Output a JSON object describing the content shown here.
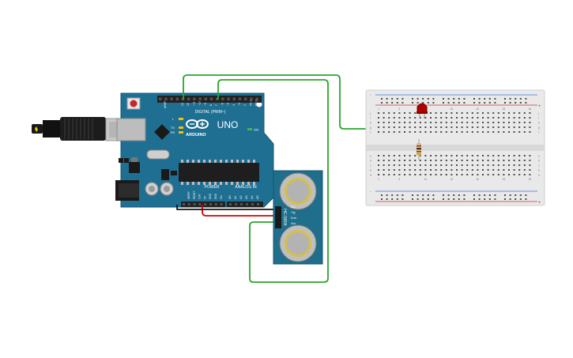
{
  "arduino": {
    "brand": "ARDUINO",
    "model": "UNO",
    "digital_label": "DIGITAL (PWM~)",
    "power_label": "POWER",
    "analog_label": "ANALOG IN",
    "on_label": "ON",
    "aref_label": "AREF",
    "digital_pins": [
      "13",
      "12",
      "~11",
      "~10",
      "~9",
      "8",
      "7",
      "~6",
      "~5",
      "4",
      "~3",
      "2",
      "TX 1",
      "RX 0"
    ],
    "power_pins": [
      "IOREF",
      "RESET",
      "3.3V",
      "5V",
      "GND",
      "GND",
      "Vin"
    ],
    "analog_pins": [
      "A0",
      "A1",
      "A2",
      "A3",
      "A4",
      "A5"
    ],
    "led_labels": [
      "L",
      "TX",
      "RX"
    ],
    "colors": {
      "board": "#1f6f93",
      "header": "#222222",
      "chip": "#1e1e1e"
    }
  },
  "sensor": {
    "model": "HC-SR04",
    "pins": [
      "Vcc",
      "Trig",
      "Echo",
      "Gnd"
    ],
    "colors": {
      "board": "#1e6e8c",
      "transducer": "#cccccc"
    }
  },
  "breadboard": {
    "column_numbers": [
      "1",
      "5",
      "10",
      "15",
      "20",
      "25",
      "30"
    ],
    "row_letters_top": [
      "j",
      "i",
      "h",
      "g",
      "f"
    ],
    "row_letters_bottom": [
      "e",
      "d",
      "c",
      "b",
      "a"
    ],
    "rail_plus": "+",
    "rail_minus": "-"
  },
  "components": {
    "led": {
      "color": "#b00000"
    },
    "resistor": {
      "color": "#d7b889"
    }
  },
  "wires": {
    "colors": {
      "signal": "#2aa52a",
      "power": "#d40000",
      "ground": "#111111"
    }
  }
}
